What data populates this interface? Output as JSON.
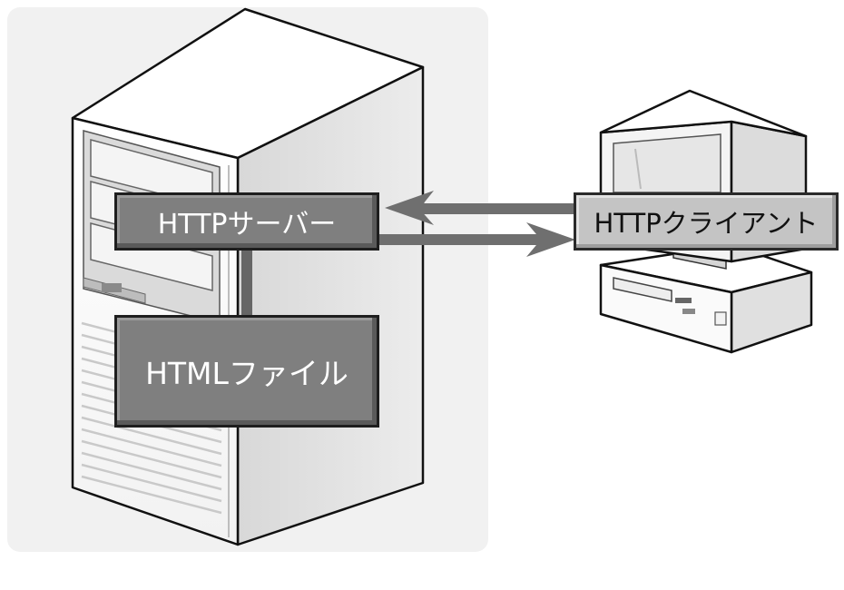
{
  "nodes": {
    "server": "HTTPサーバー",
    "file": "HTMLファイル",
    "client": "HTTPクライアント"
  }
}
